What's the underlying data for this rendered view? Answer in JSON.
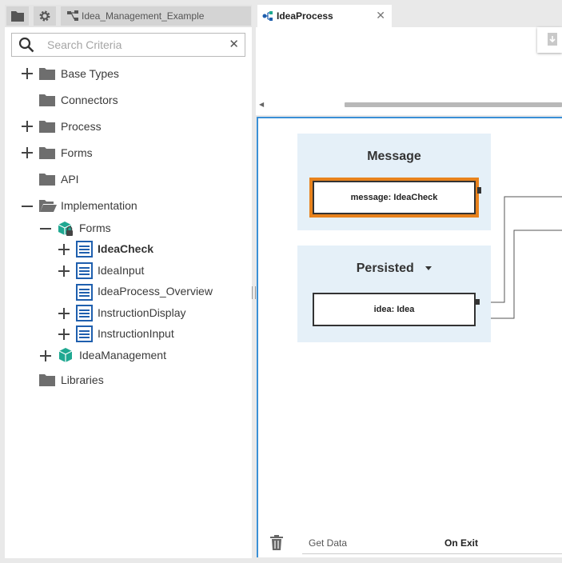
{
  "project_tab": {
    "label": "Idea_Management_Example"
  },
  "search": {
    "placeholder": "Search Criteria",
    "value": ""
  },
  "tree": {
    "base_types": "Base Types",
    "connectors": "Connectors",
    "process": "Process",
    "forms": "Forms",
    "api": "API",
    "implementation": "Implementation",
    "impl_forms": "Forms",
    "ideacheck": "IdeaCheck",
    "ideainput": "IdeaInput",
    "ideaprocess_overview": "IdeaProcess_Overview",
    "instructiondisplay": "InstructionDisplay",
    "instructioninput": "InstructionInput",
    "ideamanagement": "IdeaManagement",
    "libraries": "Libraries"
  },
  "editor_tab": {
    "label": "IdeaProcess"
  },
  "mapping": {
    "message_group": {
      "title": "Message",
      "var": "message: IdeaCheck"
    },
    "persisted_group": {
      "title": "Persisted",
      "var": "idea: Idea"
    }
  },
  "footer": {
    "get_data": "Get Data",
    "on_exit": "On Exit"
  },
  "colors": {
    "accent": "#3a8fd6",
    "selected_border": "#e8821c",
    "group_bg": "#e5f0f8",
    "form_icon": "#1f5fae",
    "module_icon": "#1fa891"
  }
}
